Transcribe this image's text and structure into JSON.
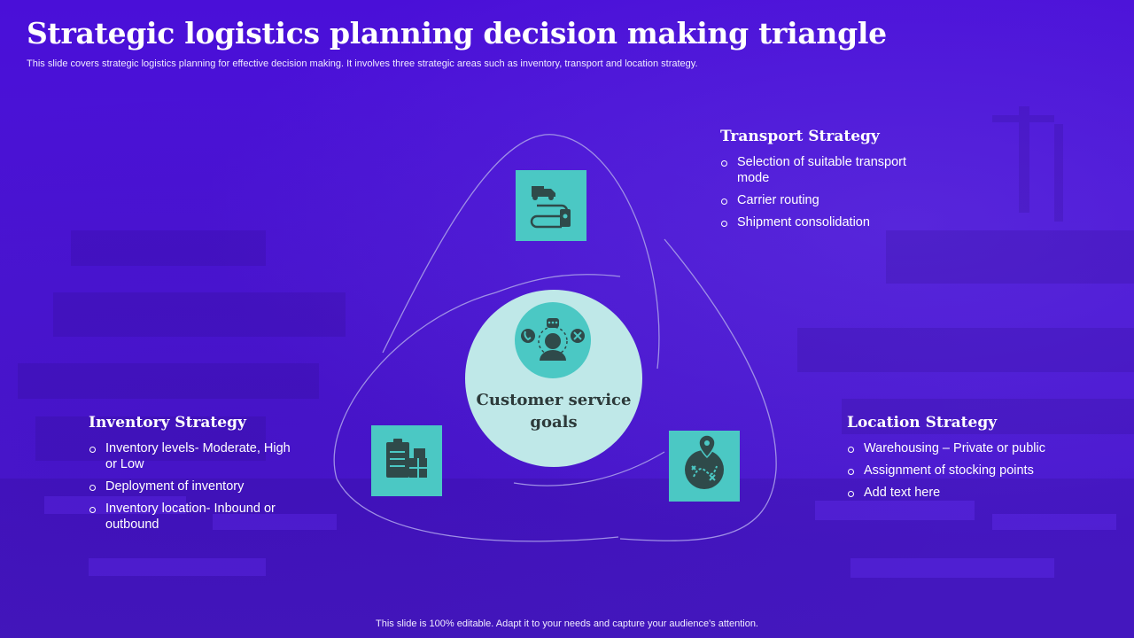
{
  "header": {
    "title": "Strategic logistics planning decision making triangle",
    "subtitle": "This slide covers strategic logistics planning for effective decision making. It involves three strategic areas such as inventory, transport and location strategy."
  },
  "center": {
    "label": "Customer service goals",
    "icon": "customer-support-icon"
  },
  "transport": {
    "heading": "Transport Strategy",
    "icon": "truck-route-icon",
    "items": [
      "Selection of suitable transport mode",
      "Carrier routing",
      "Shipment consolidation"
    ]
  },
  "inventory": {
    "heading": "Inventory Strategy",
    "icon": "inventory-boxes-icon",
    "items": [
      "Inventory levels- Moderate, High or Low",
      "Deployment of inventory",
      "Inventory location- Inbound or outbound"
    ]
  },
  "location": {
    "heading": "Location Strategy",
    "icon": "location-map-icon",
    "items": [
      "Warehousing – Private or public",
      "Assignment of stocking points",
      "Add text here"
    ]
  },
  "footer": "This slide is 100% editable. Adapt it to your needs and capture your audience's attention.",
  "colors": {
    "background": "#4a14d6",
    "icon_box": "#4bc8c4",
    "center_circle": "#bfe8e8",
    "icon_glyph": "#2f4a4a",
    "outline": "#9f8fe6"
  }
}
